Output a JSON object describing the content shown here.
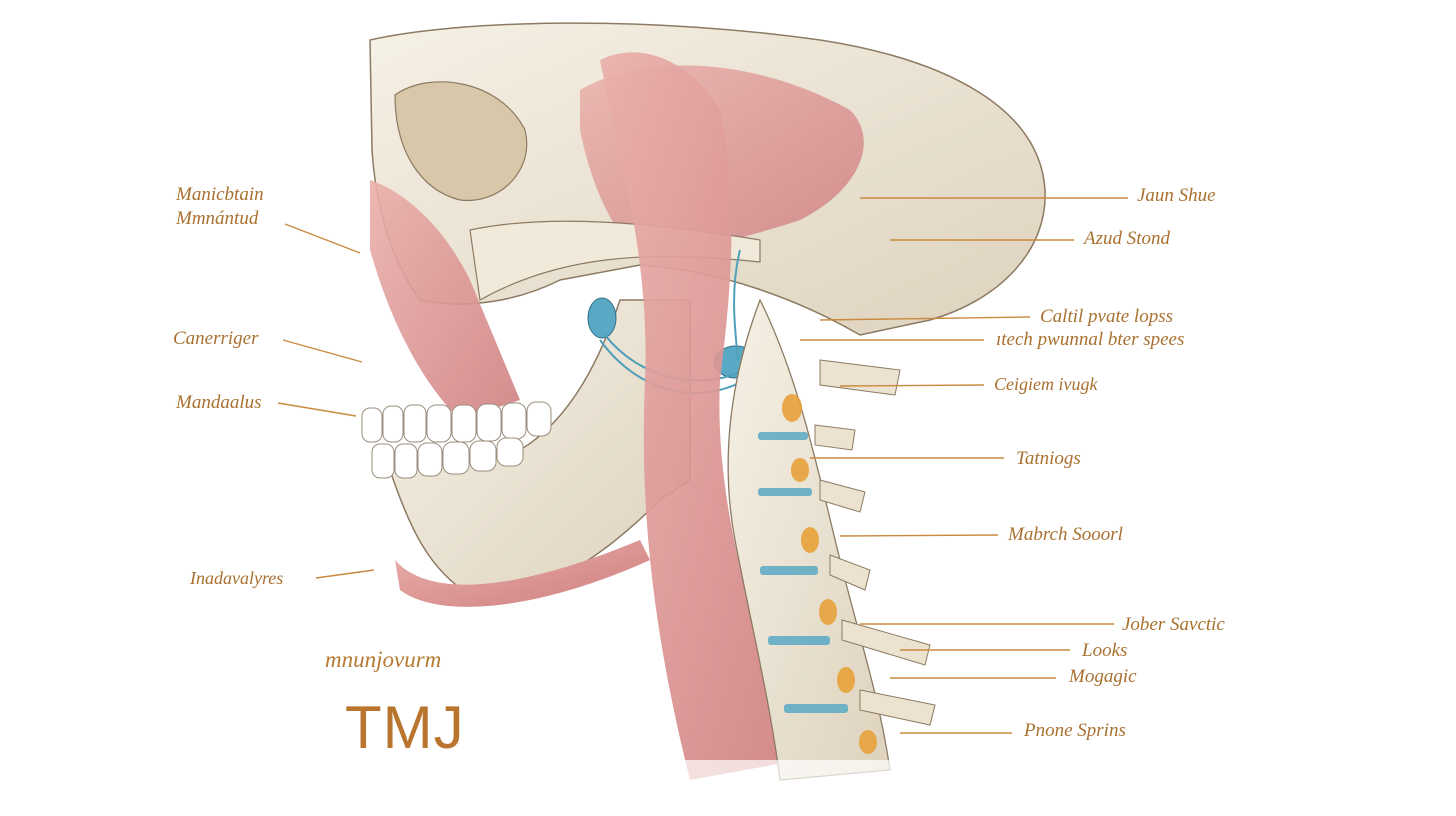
{
  "title": "TMJ",
  "subtitle": "mnunjovurm",
  "colors": {
    "label_text": "#a9702f",
    "leader_line": "#c98a3f",
    "bone": "#ece4d2",
    "muscle": "#d98c8c",
    "cartilage_blue": "#5aa9c4",
    "nerve_orange": "#e8a23a",
    "background": "#ffffff"
  },
  "labels_left": [
    "Manicbtain",
    "Mmnántud",
    "Canerriger",
    "Mandaalus",
    "Inadavalyres"
  ],
  "labels_right": [
    "Jaun Shue",
    "Azud Stond",
    "Caltil pvate lopss",
    "ıtech pwunnal bter spees",
    "Ceigiem ivugk",
    "Tatniogs",
    "Mabrch Sooorl",
    "Jober Savctic",
    "Looks",
    "Mogagic",
    "Pnone Sprins"
  ]
}
